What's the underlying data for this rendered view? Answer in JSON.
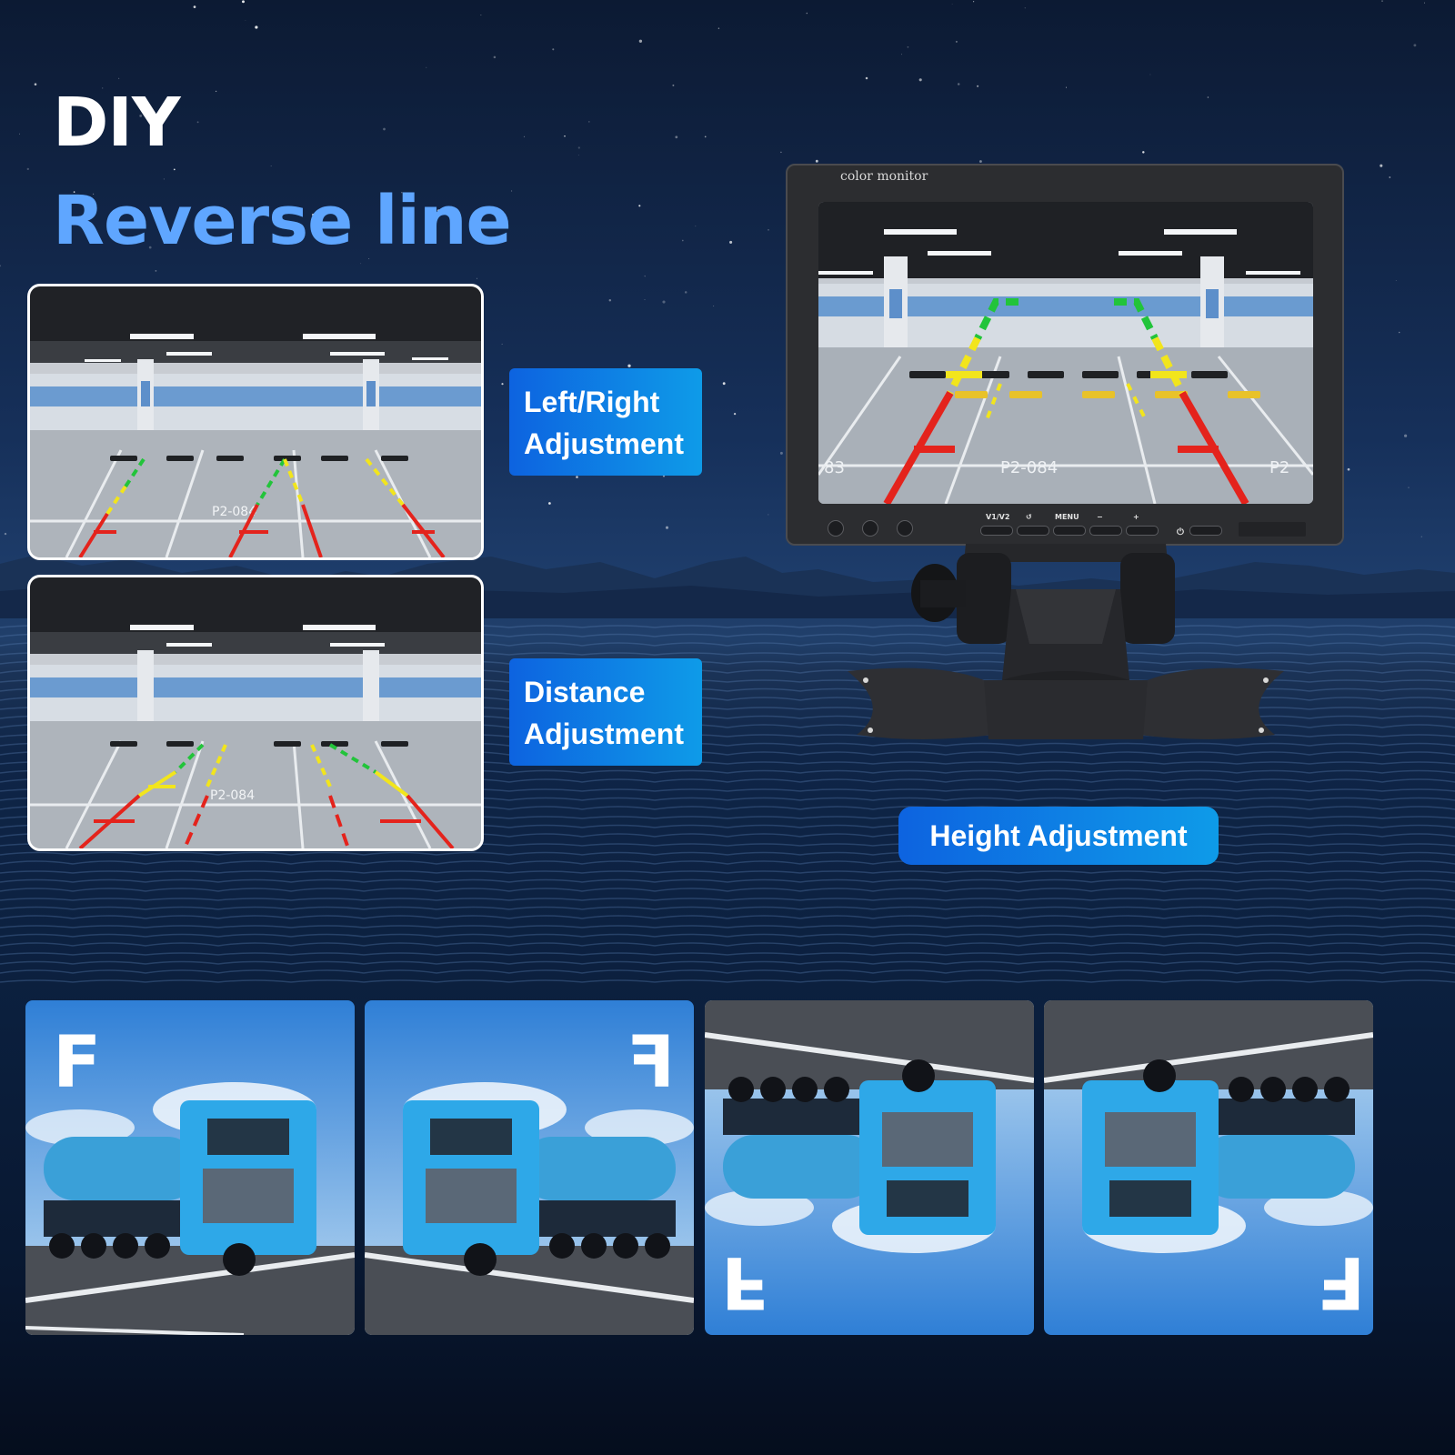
{
  "headline": {
    "line1": "DIY",
    "line2": "Reverse line"
  },
  "adjustments": {
    "left_right": {
      "line1": "Left/Right",
      "line2": "Adjustment"
    },
    "distance": {
      "line1": "Distance",
      "line2": "Adjustment"
    },
    "height": "Height Adjustment"
  },
  "monitor": {
    "brand": "color monitor",
    "buttons": [
      "V1/V2",
      "↺",
      "MENU",
      "−",
      "+"
    ],
    "power_icon": "power-icon"
  },
  "parking_spots": {
    "label_a": "P2-084",
    "label_b": "83",
    "label_c": "P2"
  },
  "mirror_tiles": {
    "letters": [
      "F",
      "F",
      "F",
      "F"
    ]
  },
  "colors": {
    "accent": "#5fa6ff",
    "label_blue": "#0e7fe6",
    "guide_green": "#22c43a",
    "guide_yellow": "#f2e51c",
    "guide_red": "#e4231c",
    "truck_blue": "#2ea8e8"
  }
}
